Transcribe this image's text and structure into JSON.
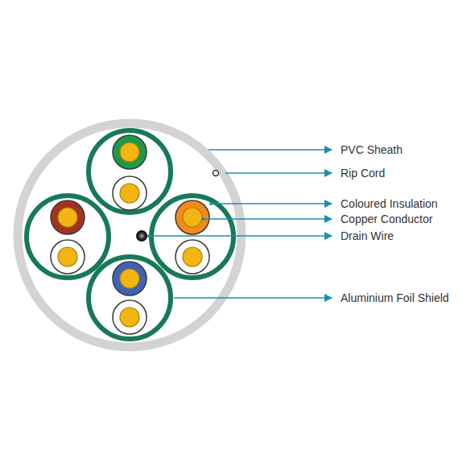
{
  "diagram": {
    "labels": [
      "PVC Sheath",
      "Rip Cord",
      "Coloured Insulation",
      "Copper Conductor",
      "Drain Wire",
      "Aluminium Foil Shield"
    ]
  }
}
